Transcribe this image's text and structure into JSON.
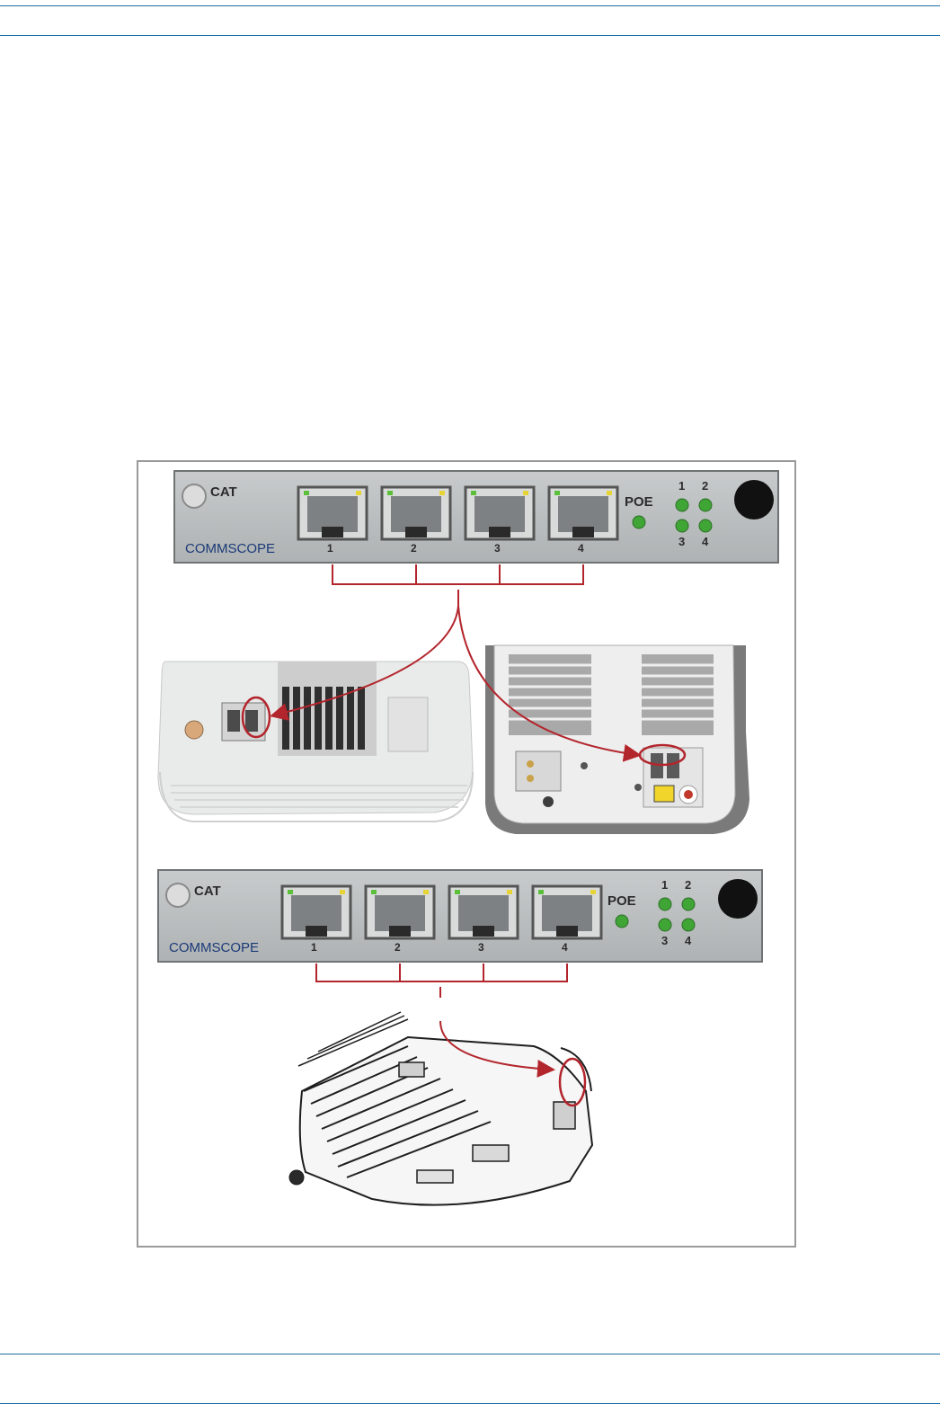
{
  "panel_top": {
    "cat_label": "CAT",
    "poe_label": "POE",
    "brand": "COMMSCOPE",
    "ports": [
      "1",
      "2",
      "3",
      "4"
    ],
    "leds": [
      "1",
      "2",
      "3",
      "4"
    ]
  },
  "panel_bottom": {
    "cat_label": "CAT",
    "poe_label": "POE",
    "brand": "COMMSCOPE",
    "ports": [
      "1",
      "2",
      "3",
      "4"
    ],
    "leds": [
      "1",
      "2",
      "3",
      "4"
    ]
  },
  "colors": {
    "rule": "#1d6fa6",
    "connector": "#b3252c",
    "panel": "#b9bcbd",
    "led": "#3fa535"
  }
}
